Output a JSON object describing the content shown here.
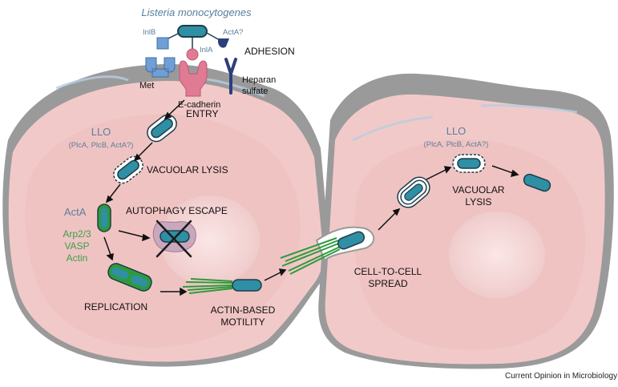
{
  "title": "Listeria monocytogenes",
  "receptors": {
    "inlb": "InlB",
    "inla": "InlA",
    "acta_q": "ActA?",
    "met": "Met",
    "ecadherin": "E-cadherin",
    "heparan": [
      "Heparan",
      "sulfate"
    ]
  },
  "steps": {
    "adhesion": "ADHESION",
    "entry": "ENTRY",
    "vacuolar_lysis": "VACUOLAR LYSIS",
    "autophagy_escape": "AUTOPHAGY ESCAPE",
    "replication": "REPLICATION",
    "actin_motility": [
      "ACTIN-BASED",
      "MOTILITY"
    ],
    "cell_to_cell": [
      "CELL-TO-CELL",
      "SPREAD"
    ],
    "vacuolar_lysis_2": [
      "VACUOLAR",
      "LYSIS"
    ]
  },
  "factors": {
    "llo_1": "LLO",
    "llo_1_sub": "(PlcA, PlcB, ActA?)",
    "llo_2": "LLO",
    "llo_2_sub": "(PlcA, PlcB, ActA?)",
    "acta": "ActA",
    "actin_machinery": [
      "Arp2/3",
      "VASP",
      "Actin"
    ]
  },
  "footer": "Current Opinion in Microbiology",
  "colors": {
    "cell_fill": "#f2c9c9",
    "cell_rim": "#9a9a9a",
    "bacterium": "#2f8fa4",
    "bacterium_outline": "#1e3d4a",
    "actin_green": "#2f9a3c",
    "acta_green": "#3aa04a",
    "factor_blue": "#5a7f9a",
    "met_blue": "#6f9fd6",
    "ecadherin_pink": "#e07b93",
    "heparan_navy": "#2b3f7a",
    "autophagy_purple": "#c9a7bc"
  }
}
